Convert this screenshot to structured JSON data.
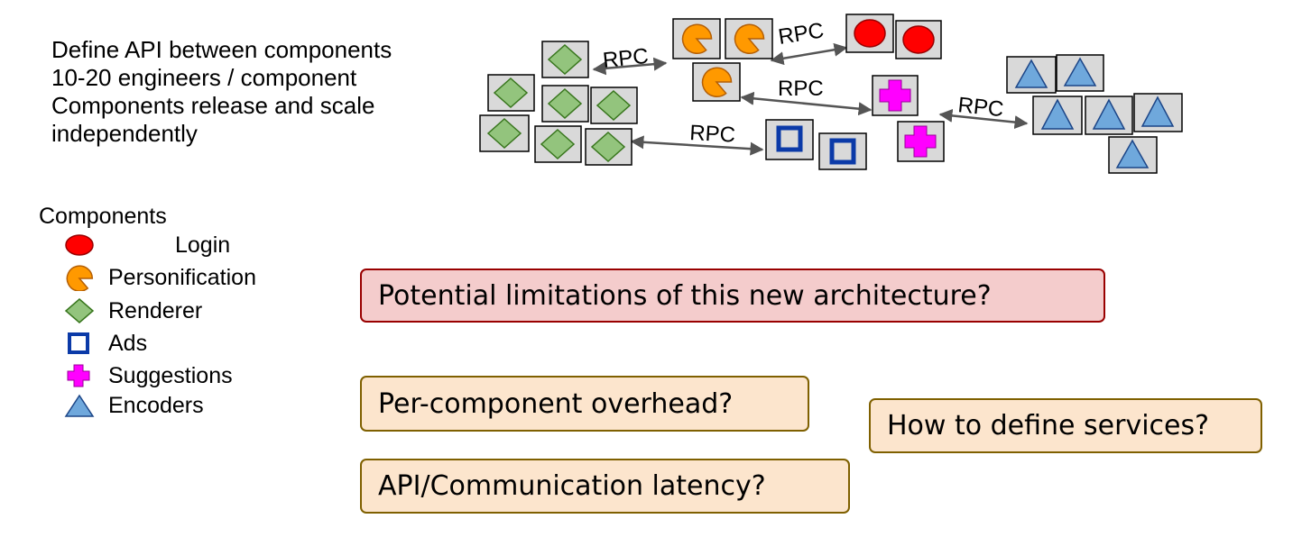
{
  "intro": {
    "lines": [
      "Define API between components",
      "10-20 engineers / component",
      "Components release and scale",
      "independently"
    ]
  },
  "legend": {
    "title": "Components",
    "items": [
      {
        "label": "Login",
        "icon": "red-circle-icon",
        "color": "#ff0000"
      },
      {
        "label": "Personification",
        "icon": "orange-pacman-icon",
        "color": "#ff9900"
      },
      {
        "label": "Renderer",
        "icon": "green-diamond-icon",
        "color": "#93c47d"
      },
      {
        "label": "Ads",
        "icon": "blue-square-icon",
        "color": "#0b3aa8"
      },
      {
        "label": "Suggestions",
        "icon": "magenta-cross-icon",
        "color": "#ff00ff"
      },
      {
        "label": "Encoders",
        "icon": "blue-triangle-icon",
        "color": "#6fa8dc"
      }
    ]
  },
  "diagram": {
    "connection_label": "RPC"
  },
  "questions": {
    "limitations": "Potential limitations of this new architecture?",
    "overhead": "Per-component overhead?",
    "services": "How to define services?",
    "latency": "API/Communication latency?"
  },
  "colors": {
    "tile_fill": "#d9d9d9",
    "question_fill": "#f4cccc",
    "answer_fill": "#fce5cd"
  }
}
